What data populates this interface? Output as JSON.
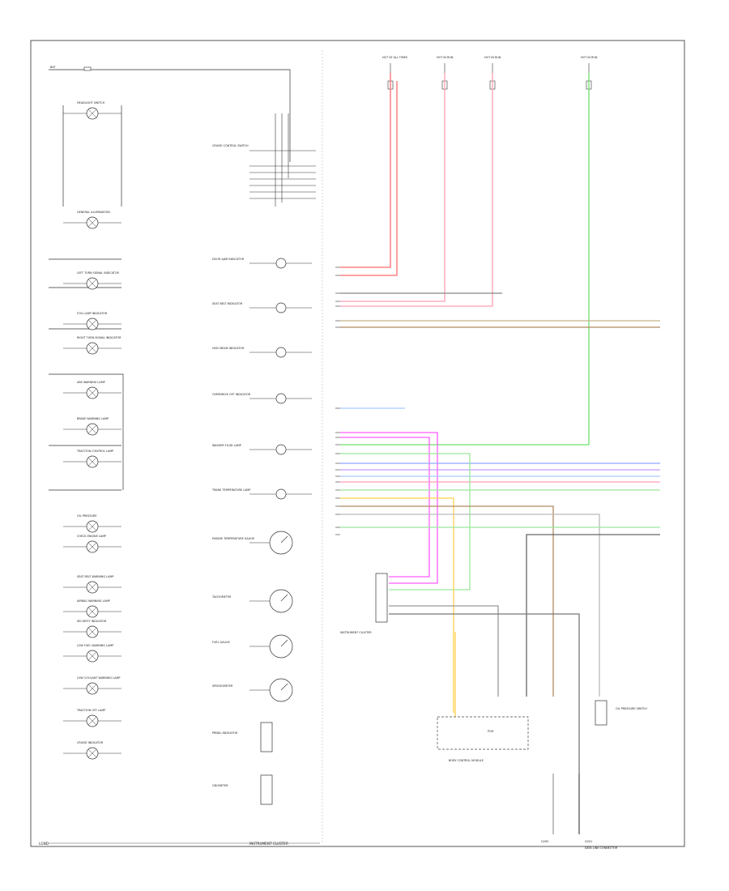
{
  "diagram": {
    "footer_left": "LGND",
    "footer_title": "INSTRUMENT CLUSTER",
    "cluster_title": "INSTRUMENT CLUSTER",
    "colors": {
      "border": "#444444",
      "line": "#333333",
      "red": "#ff6b6b",
      "pink": "#ff9fb3",
      "green": "#6de06d",
      "light_green": "#9be89b",
      "orange": "#f2b36b",
      "brown": "#b08a62",
      "tan": "#c8b48a",
      "blue": "#8fa8ff",
      "light_blue": "#a9c9ff",
      "magenta": "#ff5cff",
      "yellow": "#ffd24d",
      "gray": "#9a9a9a",
      "dark_gray": "#666666",
      "violet": "#c49cff"
    },
    "left_lamps": [
      {
        "label": "HEADLIGHT SWITCH"
      },
      {
        "label": "GENERAL ILLUMINATION"
      },
      {
        "label": "LEFT TURN SIGNAL INDICATOR"
      },
      {
        "label": "FOG LAMP INDICATOR"
      },
      {
        "label": "RIGHT TURN SIGNAL INDICATOR"
      },
      {
        "label": "ABS WARNING LAMP"
      },
      {
        "label": "BRAKE WARNING LAMP"
      },
      {
        "label": "TRACTION CONTROL LAMP"
      },
      {
        "label": "OIL PRESSURE"
      },
      {
        "label": "CHECK ENGINE LAMP"
      },
      {
        "label": "SEAT BELT WARNING LAMP"
      },
      {
        "label": "AIRBAG WARNING LAMP"
      },
      {
        "label": "SECURITY INDICATOR"
      },
      {
        "label": "LOW FUEL WARNING LAMP"
      },
      {
        "label": "LOW COOLANT WARNING LAMP"
      },
      {
        "label": "TRACTION OFF LAMP"
      },
      {
        "label": "CRUISE INDICATOR"
      }
    ],
    "middle_items": [
      {
        "label": "CRUISE CONTROL SWITCH"
      },
      {
        "label": "DOOR AJAR INDICATOR"
      },
      {
        "label": "SEAT BELT INDICATOR"
      },
      {
        "label": "HIGH BEAM INDICATOR"
      },
      {
        "label": "OVERDRIVE OFF INDICATOR"
      },
      {
        "label": "WASHER FLUID LAMP"
      },
      {
        "label": "TRANS TEMPERATURE LAMP"
      },
      {
        "label": "ENGINE TEMPERATURE GAUGE"
      },
      {
        "label": "TACHOMETER"
      },
      {
        "label": "FUEL GAUGE"
      },
      {
        "label": "SPEEDOMETER"
      },
      {
        "label": "PRNDL INDICATOR"
      },
      {
        "label": "ODOMETER"
      }
    ],
    "top_fuses": [
      {
        "label": "HOT AT ALL TIMES"
      },
      {
        "label": "HOT IN RUN"
      },
      {
        "label": "HOT IN RUN"
      },
      {
        "label": "HOT IN RUN"
      }
    ],
    "bottom_labels": {
      "body_control": "BODY CONTROL MODULE",
      "oil_switch": "OIL PRESSURE SWITCH",
      "left_ground": "G200",
      "right_ground": "G201",
      "data_link": "DATA LINK CONNECTOR",
      "pcm": "PCM"
    }
  }
}
